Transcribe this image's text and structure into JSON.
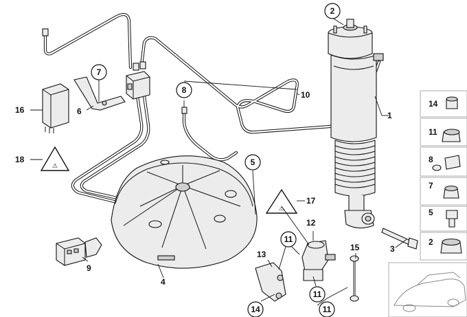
{
  "diagram": {
    "callouts": {
      "c1": "1",
      "c2": "2",
      "c3": "3",
      "c4": "4",
      "c5": "5",
      "c6": "6",
      "c7": "7",
      "c8": "8",
      "c9": "9",
      "c10": "10",
      "c11a": "11",
      "c11b": "11",
      "c11c": "11",
      "c12": "12",
      "c13": "13",
      "c14": "14",
      "c15": "15",
      "c16": "16",
      "c17": "17",
      "c18": "18"
    },
    "side_panel": {
      "p14": "14",
      "p11": "11",
      "p8": "8",
      "p7": "7",
      "p5": "5",
      "p2": "2"
    }
  }
}
